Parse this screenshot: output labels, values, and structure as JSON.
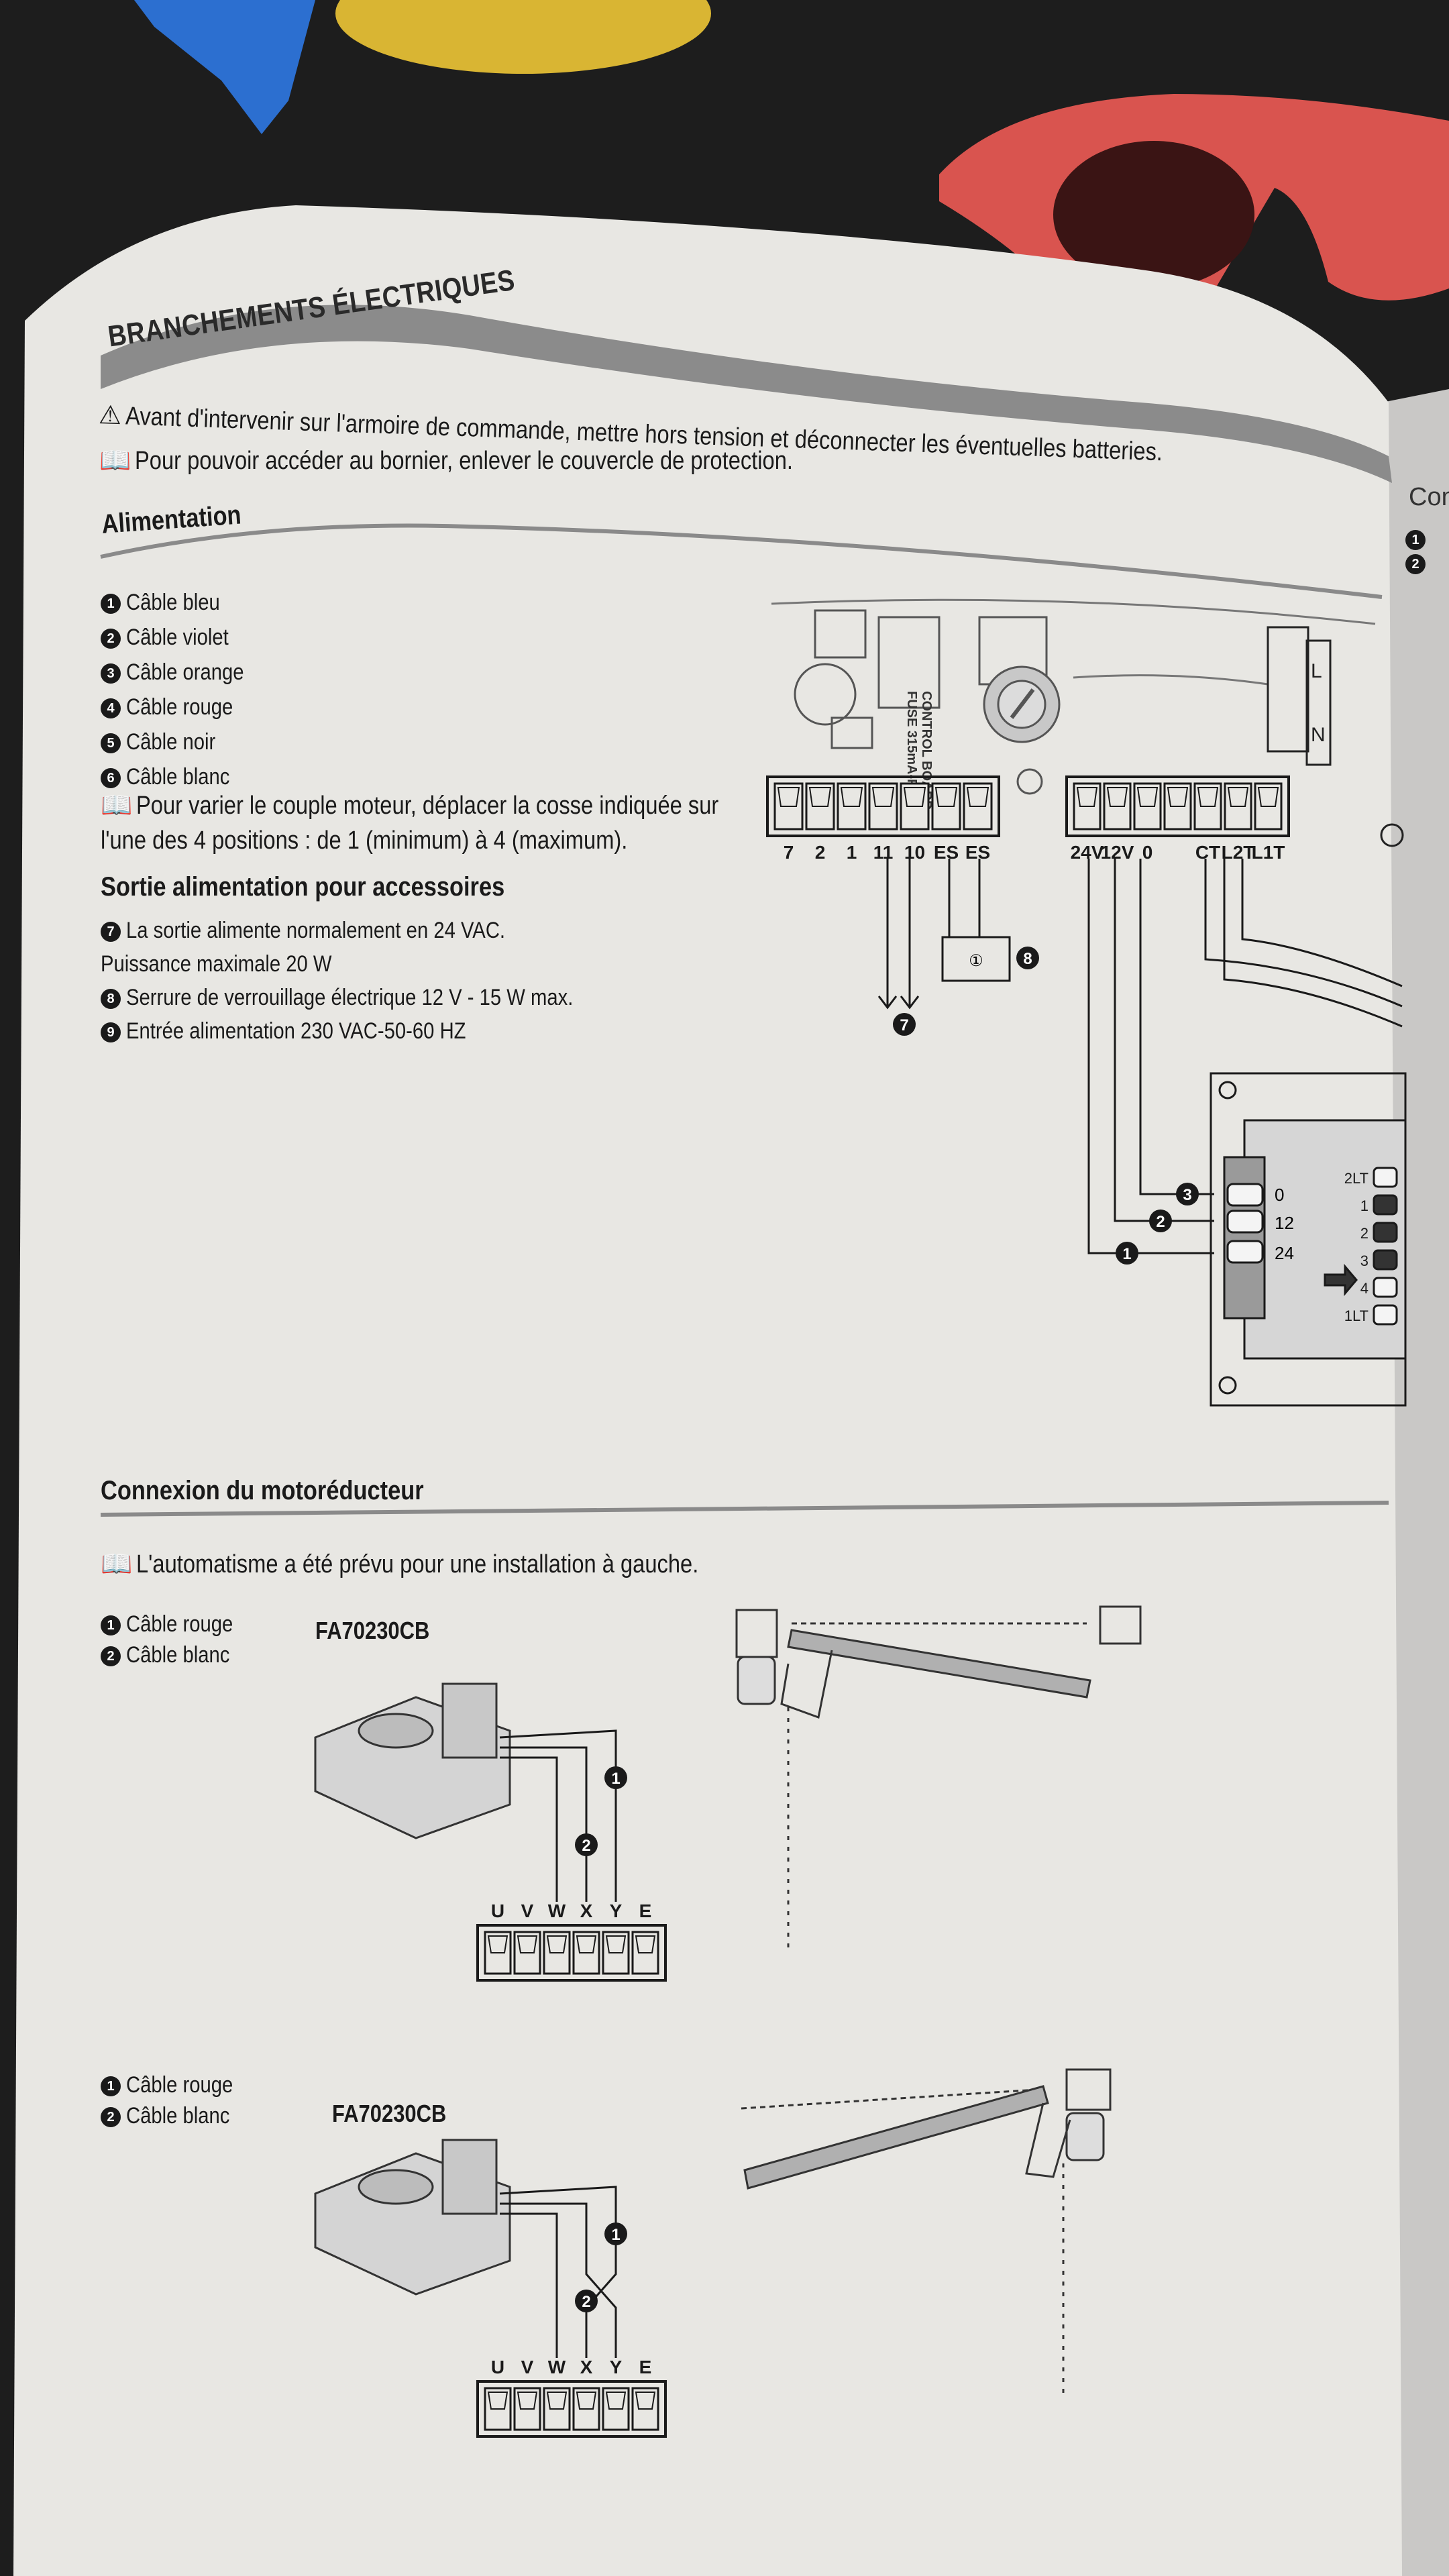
{
  "header": {
    "title": "BRANCHEMENTS ÉLECTRIQUES",
    "warning": "Avant d'intervenir sur l'armoire de commande, mettre hors tension et déconnecter les éventuelles batteries.",
    "note": "Pour pouvoir accéder au bornier, enlever le couvercle de protection."
  },
  "alimentation": {
    "heading": "Alimentation",
    "cables": [
      {
        "n": "1",
        "label": "Câble bleu"
      },
      {
        "n": "2",
        "label": "Câble violet"
      },
      {
        "n": "3",
        "label": "Câble orange"
      },
      {
        "n": "4",
        "label": "Câble rouge"
      },
      {
        "n": "5",
        "label": "Câble noir"
      },
      {
        "n": "6",
        "label": "Câble blanc"
      }
    ],
    "note_line1": "Pour varier le couple moteur, déplacer la cosse indiquée sur",
    "note_line2": "l'une des 4 positions : de 1 (minimum) à 4 (maximum).",
    "sub_heading": "Sortie alimentation pour accessoires",
    "items": [
      {
        "n": "7",
        "label": "La sortie alimente normalement en 24 VAC."
      },
      {
        "n": "",
        "label": "Puissance maximale 20 W"
      },
      {
        "n": "8",
        "label": "Serrure de verrouillage électrique 12 V - 15 W max."
      },
      {
        "n": "9",
        "label": "Entrée alimentation 230 VAC-50-60 HZ"
      }
    ]
  },
  "board": {
    "terminals_left": [
      "7",
      "2",
      "1",
      "11",
      "10",
      "ES",
      "ES"
    ],
    "terminals_right": [
      "24V",
      "12V",
      "0",
      "",
      "CT",
      "L2T",
      "L1T"
    ],
    "fuse_label_1": "CONTROL BOARD",
    "fuse_label_2": "FUSE 315mA-F",
    "mains": [
      "L",
      "N"
    ],
    "marker_7": "7",
    "marker_8": "8",
    "lock_symbol": "①",
    "transformer_markers": [
      "3",
      "2",
      "1"
    ],
    "transformer_inputs": [
      "0",
      "12",
      "24"
    ],
    "torque_positions": [
      "2LT",
      "1",
      "2",
      "3",
      "4",
      "1LT"
    ]
  },
  "motor": {
    "heading": "Connexion du motoréducteur",
    "note": "L'automatisme a été prévu pour une installation à gauche.",
    "sections": [
      {
        "cables": [
          {
            "n": "1",
            "label": "Câble rouge"
          },
          {
            "n": "2",
            "label": "Câble blanc"
          }
        ],
        "model": "FA70230CB",
        "terminals": [
          "U",
          "V",
          "W",
          "X",
          "Y",
          "E"
        ],
        "markers": [
          "1",
          "2"
        ]
      },
      {
        "cables": [
          {
            "n": "1",
            "label": "Câble rouge"
          },
          {
            "n": "2",
            "label": "Câble blanc"
          }
        ],
        "model": "FA70230CB",
        "terminals": [
          "U",
          "V",
          "W",
          "X",
          "Y",
          "E"
        ],
        "markers": [
          "1",
          "2"
        ]
      }
    ]
  },
  "next_page": {
    "heading": "Con",
    "markers": [
      "1",
      "2"
    ]
  }
}
